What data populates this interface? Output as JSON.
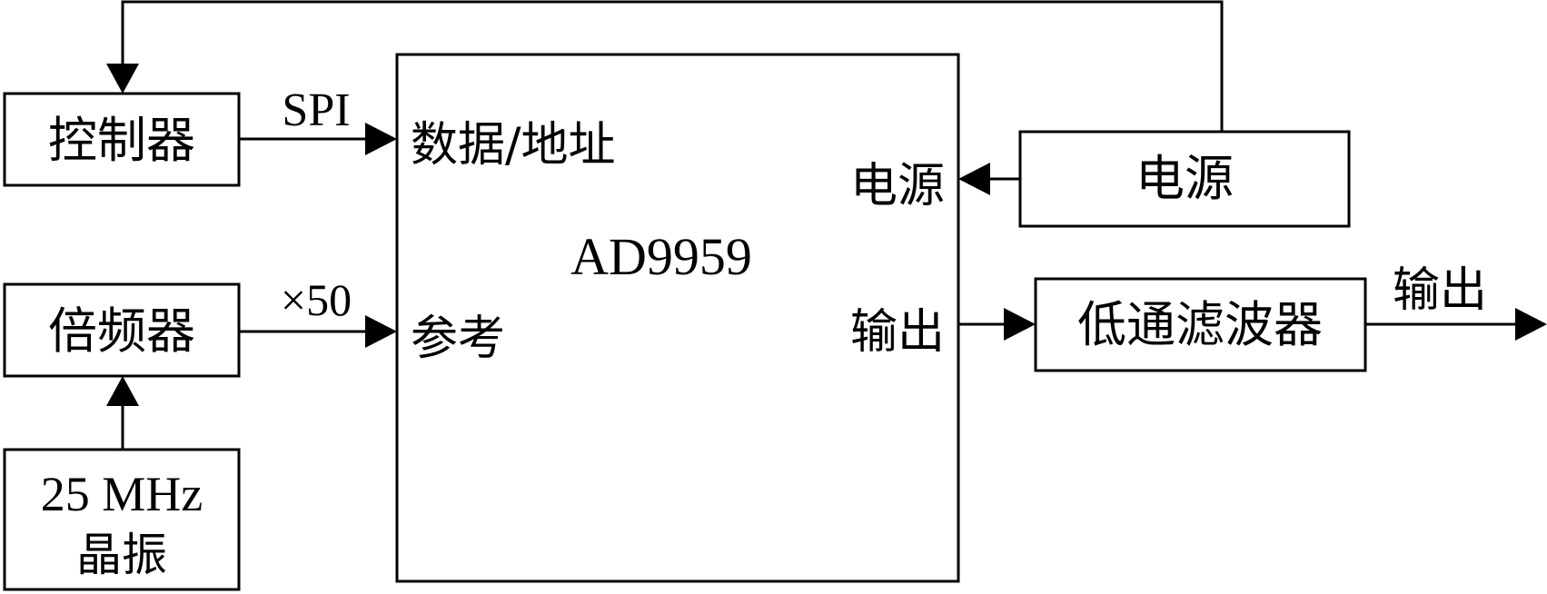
{
  "blocks": {
    "controller": "控制器",
    "multiplier": "倍频器",
    "crystal_line1": "25 MHz",
    "crystal_line2": "晶振",
    "chip": "AD9959",
    "power_supply": "电源",
    "lowpass_filter": "低通滤波器"
  },
  "ports": {
    "data_address": "数据/地址",
    "reference": "参考",
    "power": "电源",
    "output": "输出"
  },
  "signals": {
    "spi": "SPI",
    "multiply": "×50",
    "final_output": "输出"
  }
}
